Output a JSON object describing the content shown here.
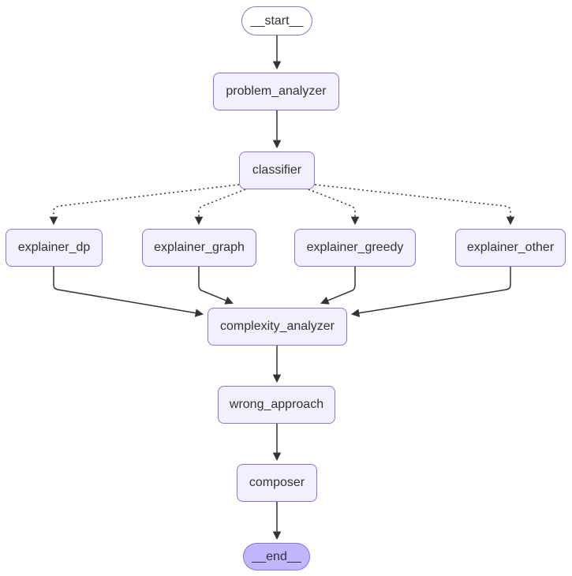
{
  "diagram": {
    "type": "flowchart",
    "direction": "top-down",
    "nodes": [
      {
        "id": "__start__",
        "label": "__start__",
        "shape": "stadium",
        "kind": "start"
      },
      {
        "id": "problem_analyzer",
        "label": "problem_analyzer",
        "shape": "rounded-rect",
        "kind": "default"
      },
      {
        "id": "classifier",
        "label": "classifier",
        "shape": "rounded-rect",
        "kind": "default"
      },
      {
        "id": "explainer_dp",
        "label": "explainer_dp",
        "shape": "rounded-rect",
        "kind": "default"
      },
      {
        "id": "explainer_graph",
        "label": "explainer_graph",
        "shape": "rounded-rect",
        "kind": "default"
      },
      {
        "id": "explainer_greedy",
        "label": "explainer_greedy",
        "shape": "rounded-rect",
        "kind": "default"
      },
      {
        "id": "explainer_other",
        "label": "explainer_other",
        "shape": "rounded-rect",
        "kind": "default"
      },
      {
        "id": "complexity_analyzer",
        "label": "complexity_analyzer",
        "shape": "rounded-rect",
        "kind": "default"
      },
      {
        "id": "wrong_approach",
        "label": "wrong_approach",
        "shape": "rounded-rect",
        "kind": "default"
      },
      {
        "id": "composer",
        "label": "composer",
        "shape": "rounded-rect",
        "kind": "default"
      },
      {
        "id": "__end__",
        "label": "__end__",
        "shape": "stadium",
        "kind": "end"
      }
    ],
    "edges": [
      {
        "from": "__start__",
        "to": "problem_analyzer",
        "style": "solid"
      },
      {
        "from": "problem_analyzer",
        "to": "classifier",
        "style": "solid"
      },
      {
        "from": "classifier",
        "to": "explainer_dp",
        "style": "dotted"
      },
      {
        "from": "classifier",
        "to": "explainer_graph",
        "style": "dotted"
      },
      {
        "from": "classifier",
        "to": "explainer_greedy",
        "style": "dotted"
      },
      {
        "from": "classifier",
        "to": "explainer_other",
        "style": "dotted"
      },
      {
        "from": "explainer_dp",
        "to": "complexity_analyzer",
        "style": "solid"
      },
      {
        "from": "explainer_graph",
        "to": "complexity_analyzer",
        "style": "solid"
      },
      {
        "from": "explainer_greedy",
        "to": "complexity_analyzer",
        "style": "solid"
      },
      {
        "from": "explainer_other",
        "to": "complexity_analyzer",
        "style": "solid"
      },
      {
        "from": "complexity_analyzer",
        "to": "wrong_approach",
        "style": "solid"
      },
      {
        "from": "wrong_approach",
        "to": "composer",
        "style": "solid"
      },
      {
        "from": "composer",
        "to": "__end__",
        "style": "solid"
      }
    ],
    "colors": {
      "background": "#ffffff",
      "node_fill": "#f2f0ff",
      "node_border": "#9370db",
      "start_fill": "#ffffff",
      "end_fill": "#bfb6fc",
      "edge_color": "#333333",
      "text_color": "#333333"
    }
  }
}
